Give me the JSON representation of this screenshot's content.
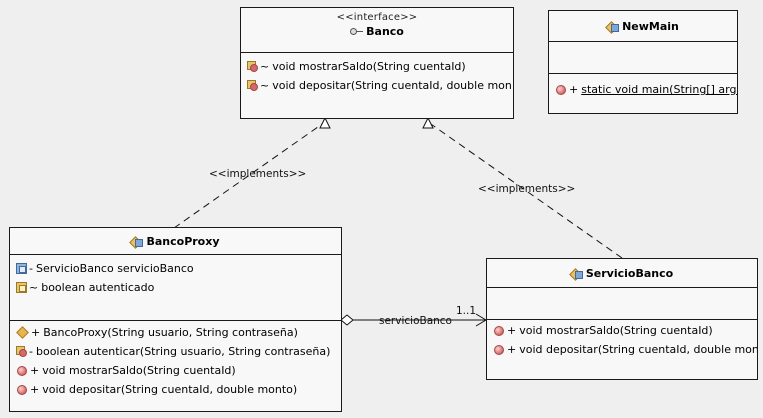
{
  "interface_banco": {
    "stereotype": "<<interface>>",
    "name": "Banco",
    "operations": [
      {
        "visibility": "~",
        "signature": "void mostrarSaldo(String cuentaId)"
      },
      {
        "visibility": "~",
        "signature": "void depositar(String cuentaId, double mon"
      }
    ]
  },
  "class_newmain": {
    "name": "NewMain",
    "operations": [
      {
        "visibility": "+",
        "signature": "static void main(String[] args"
      }
    ]
  },
  "class_bancoproxy": {
    "name": "BancoProxy",
    "attributes": [
      {
        "visibility": "-",
        "text": "ServicioBanco servicioBanco"
      },
      {
        "visibility": "~",
        "text": "boolean autenticado"
      }
    ],
    "operations": [
      {
        "visibility": "+",
        "signature": "BancoProxy(String usuario, String contraseña)"
      },
      {
        "visibility": "-",
        "signature": "boolean autenticar(String usuario, String contraseña)"
      },
      {
        "visibility": "+",
        "signature": "void mostrarSaldo(String cuentaId)"
      },
      {
        "visibility": "+",
        "signature": "void depositar(String cuentaId, double monto)"
      }
    ]
  },
  "class_serviciobanco": {
    "name": "ServicioBanco",
    "operations": [
      {
        "visibility": "+",
        "signature": "void mostrarSaldo(String cuentaId)"
      },
      {
        "visibility": "+",
        "signature": "void depositar(String cuentaId, double mon"
      }
    ]
  },
  "relations": {
    "implements_label": "<<implements>>",
    "association_role": "servicioBanco",
    "association_multiplicity": "1..1"
  }
}
